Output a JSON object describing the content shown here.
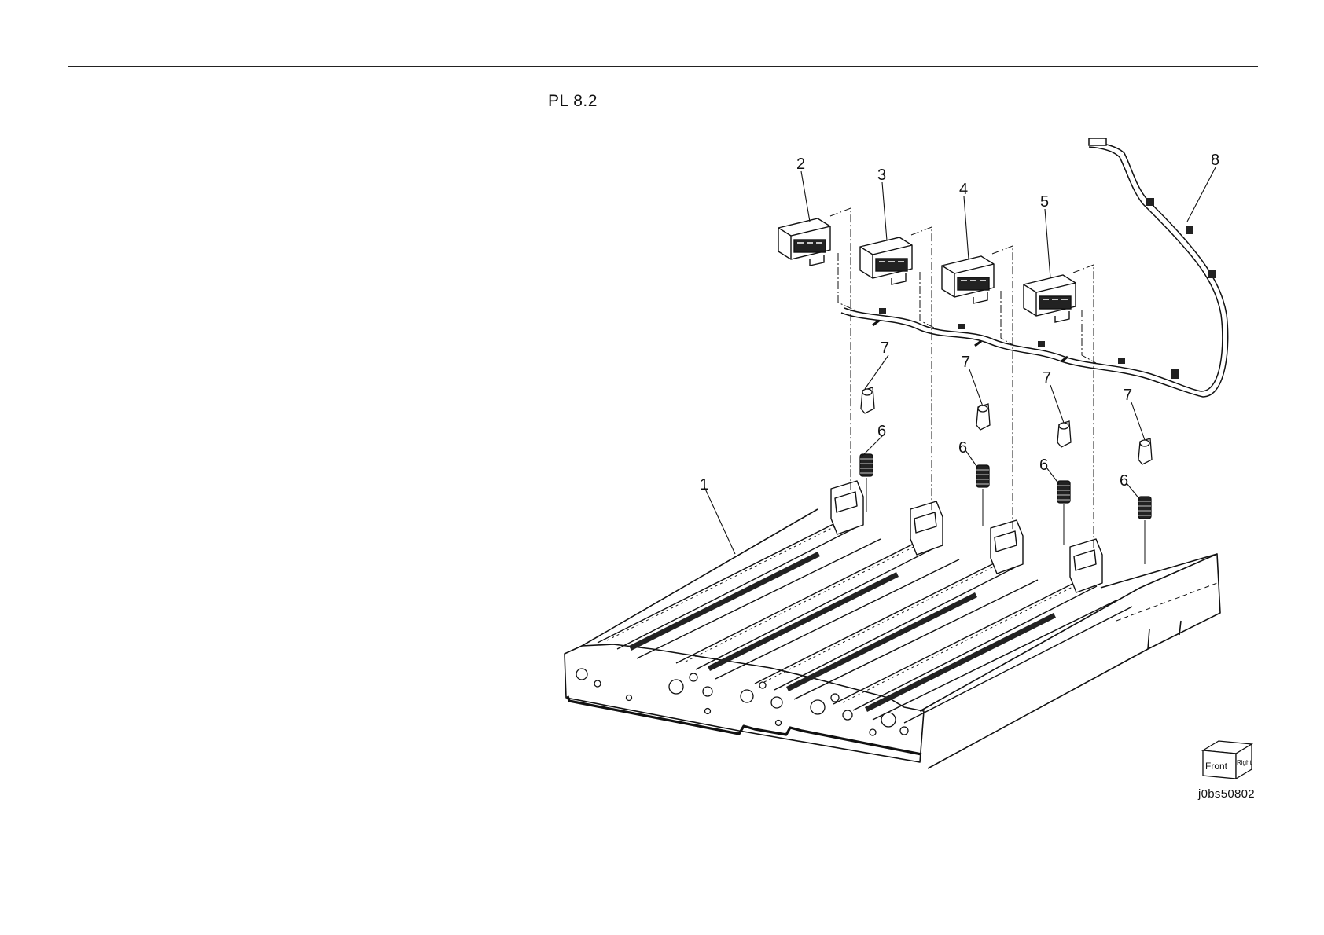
{
  "header": {
    "plate_id": "PL 8.2"
  },
  "diagram": {
    "callouts": [
      {
        "key": "c1",
        "label": "1"
      },
      {
        "key": "c2",
        "label": "2"
      },
      {
        "key": "c3",
        "label": "3"
      },
      {
        "key": "c4",
        "label": "4"
      },
      {
        "key": "c5",
        "label": "5"
      },
      {
        "key": "c6a",
        "label": "6"
      },
      {
        "key": "c6b",
        "label": "6"
      },
      {
        "key": "c6c",
        "label": "6"
      },
      {
        "key": "c6d",
        "label": "6"
      },
      {
        "key": "c7a",
        "label": "7"
      },
      {
        "key": "c7b",
        "label": "7"
      },
      {
        "key": "c7c",
        "label": "7"
      },
      {
        "key": "c7d",
        "label": "7"
      },
      {
        "key": "c8",
        "label": "8"
      }
    ]
  },
  "orientation": {
    "front_label": "Front",
    "right_label": "Right"
  },
  "figure_id": "j0bs50802"
}
